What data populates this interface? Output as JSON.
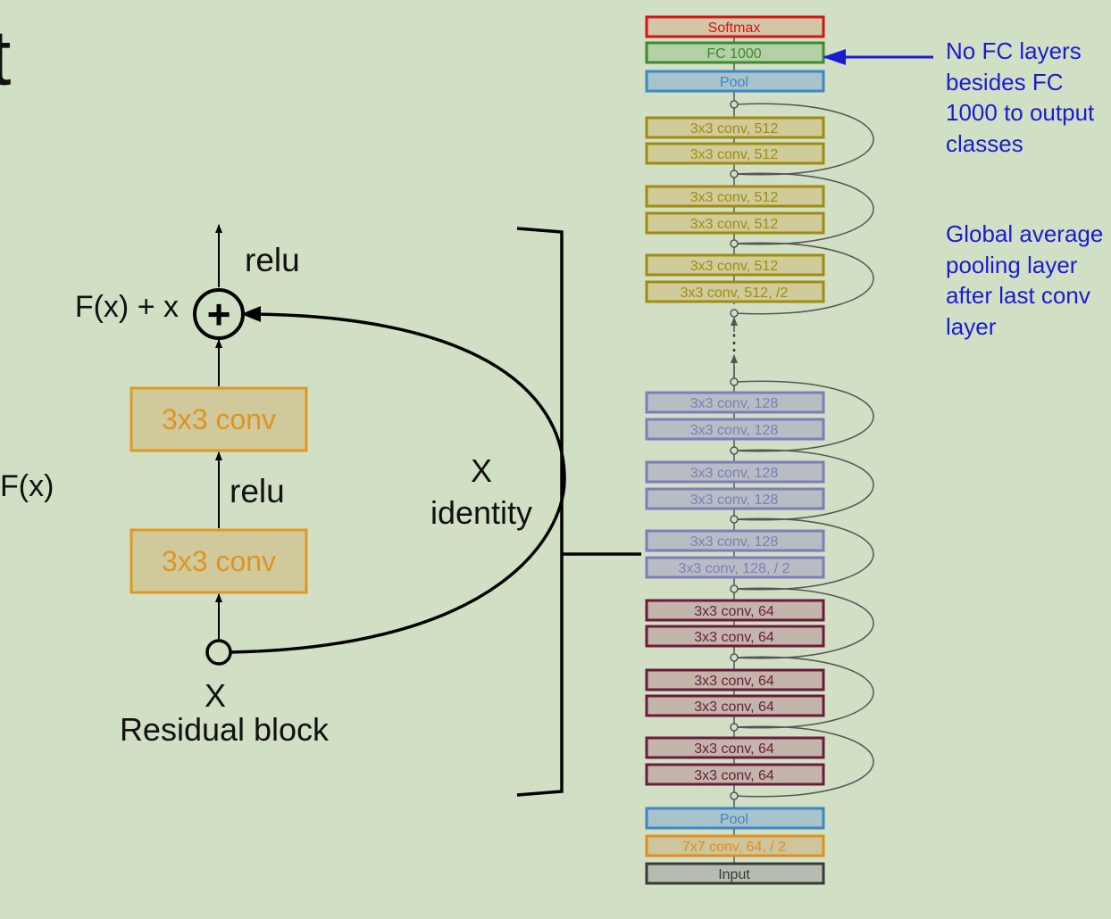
{
  "slide": {
    "title_fragment": "t"
  },
  "residual_block": {
    "relu_top": "relu",
    "relu_mid": "relu",
    "sum_label": "F(x) + x",
    "plus_symbol": "+",
    "conv_top": "3x3 conv",
    "conv_bottom": "3x3 conv",
    "fx_label": "F(x)",
    "identity_x": "X",
    "identity_label": "identity",
    "input_x": "X",
    "caption": "Residual block"
  },
  "network": {
    "layers_top": [
      {
        "label": "Softmax",
        "kind": "softmax"
      },
      {
        "label": "FC 1000",
        "kind": "fc"
      },
      {
        "label": "Pool",
        "kind": "pool"
      },
      {
        "label": "3x3 conv, 512",
        "kind": "conv512"
      },
      {
        "label": "3x3 conv, 512",
        "kind": "conv512"
      },
      {
        "label": "3x3 conv, 512",
        "kind": "conv512"
      },
      {
        "label": "3x3 conv, 512",
        "kind": "conv512"
      },
      {
        "label": "3x3 conv, 512",
        "kind": "conv512"
      },
      {
        "label": "3x3 conv, 512, /2",
        "kind": "conv512"
      }
    ],
    "layers_bottom": [
      {
        "label": "3x3 conv, 128",
        "kind": "conv128"
      },
      {
        "label": "3x3 conv, 128",
        "kind": "conv128"
      },
      {
        "label": "3x3 conv, 128",
        "kind": "conv128"
      },
      {
        "label": "3x3 conv, 128",
        "kind": "conv128"
      },
      {
        "label": "3x3 conv, 128",
        "kind": "conv128"
      },
      {
        "label": "3x3 conv, 128, / 2",
        "kind": "conv128"
      },
      {
        "label": "3x3 conv, 64",
        "kind": "conv64"
      },
      {
        "label": "3x3 conv, 64",
        "kind": "conv64"
      },
      {
        "label": "3x3 conv, 64",
        "kind": "conv64"
      },
      {
        "label": "3x3 conv, 64",
        "kind": "conv64"
      },
      {
        "label": "3x3 conv, 64",
        "kind": "conv64"
      },
      {
        "label": "3x3 conv, 64",
        "kind": "conv64"
      },
      {
        "label": "Pool",
        "kind": "pool"
      },
      {
        "label": "7x7 conv, 64, / 2",
        "kind": "conv7"
      },
      {
        "label": "Input",
        "kind": "input"
      }
    ],
    "ellipsis": "⋮"
  },
  "notes": {
    "fc_note": "No FC layers besides FC 1000 to output classes",
    "pool_note": "Global average pooling layer after last conv layer"
  },
  "colors": {
    "background": "#d1e0c5",
    "block_fill": "#cfc99b",
    "block_stroke": "#dd9a22",
    "block_text": "#df9422",
    "softmax": "#d01515",
    "fc": "#3d8a2f",
    "pool": "#3f86c4",
    "conv512": "#a08a12",
    "conv128": "#7c7dba",
    "conv64": "#6b1c3c",
    "conv7": "#e38d1d",
    "input": "#3a3a3a",
    "note": "#1b1bd0",
    "arrow": "#1b1bd0"
  }
}
